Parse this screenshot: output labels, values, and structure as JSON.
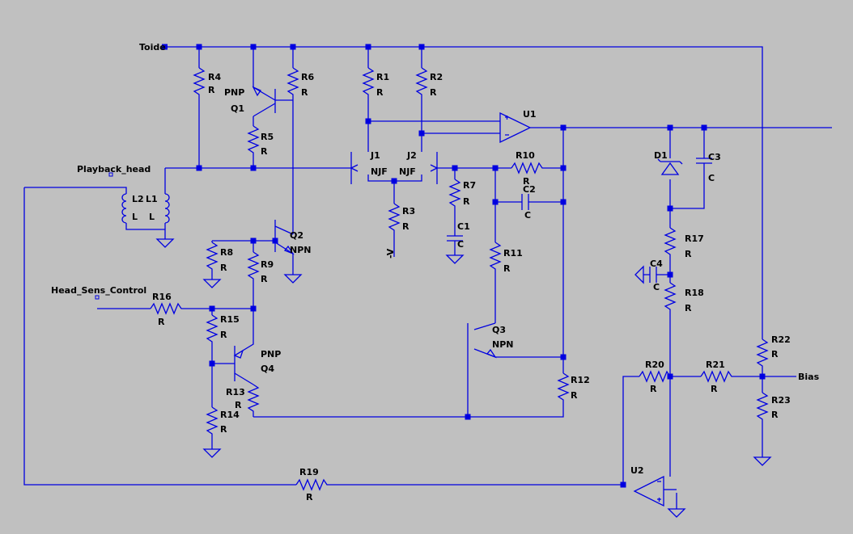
{
  "net_labels": {
    "toide": "Toide",
    "playback_head": "Playback_head",
    "head_sens_control": "Head_Sens_Control",
    "bias": "Bias",
    "neg_v": "-V"
  },
  "components": {
    "R1": {
      "ref": "R1",
      "value": "R"
    },
    "R2": {
      "ref": "R2",
      "value": "R"
    },
    "R3": {
      "ref": "R3",
      "value": "R"
    },
    "R4": {
      "ref": "R4",
      "value": "R"
    },
    "R5": {
      "ref": "R5",
      "value": "R"
    },
    "R6": {
      "ref": "R6",
      "value": "R"
    },
    "R7": {
      "ref": "R7",
      "value": "R"
    },
    "R8": {
      "ref": "R8",
      "value": "R"
    },
    "R9": {
      "ref": "R9",
      "value": "R"
    },
    "R10": {
      "ref": "R10",
      "value": "R"
    },
    "R11": {
      "ref": "R11",
      "value": "R"
    },
    "R12": {
      "ref": "R12",
      "value": "R"
    },
    "R13": {
      "ref": "R13",
      "value": "R"
    },
    "R14": {
      "ref": "R14",
      "value": "R"
    },
    "R15": {
      "ref": "R15",
      "value": "R"
    },
    "R16": {
      "ref": "R16",
      "value": "R"
    },
    "R17": {
      "ref": "R17",
      "value": "R"
    },
    "R18": {
      "ref": "R18",
      "value": "R"
    },
    "R19": {
      "ref": "R19",
      "value": "R"
    },
    "R20": {
      "ref": "R20",
      "value": "R"
    },
    "R21": {
      "ref": "R21",
      "value": "R"
    },
    "R22": {
      "ref": "R22",
      "value": "R"
    },
    "R23": {
      "ref": "R23",
      "value": "R"
    },
    "C1": {
      "ref": "C1",
      "value": "C"
    },
    "C2": {
      "ref": "C2",
      "value": "C"
    },
    "C3": {
      "ref": "C3",
      "value": "C"
    },
    "C4": {
      "ref": "C4",
      "value": "C"
    },
    "L1": {
      "ref": "L1",
      "value": "L"
    },
    "L2": {
      "ref": "L2",
      "value": "L"
    },
    "D1": {
      "ref": "D1"
    },
    "Q1": {
      "ref": "Q1",
      "value": "PNP"
    },
    "Q2": {
      "ref": "Q2",
      "value": "NPN"
    },
    "Q3": {
      "ref": "Q3",
      "value": "NPN"
    },
    "Q4": {
      "ref": "Q4",
      "value": "PNP"
    },
    "J1": {
      "ref": "J1",
      "value": "NJF"
    },
    "J2": {
      "ref": "J2",
      "value": "NJF"
    },
    "U1": {
      "ref": "U1"
    },
    "U2": {
      "ref": "U2"
    }
  },
  "colors": {
    "background": "#c0c0c0",
    "wire": "#0000e0",
    "text": "#000000"
  }
}
